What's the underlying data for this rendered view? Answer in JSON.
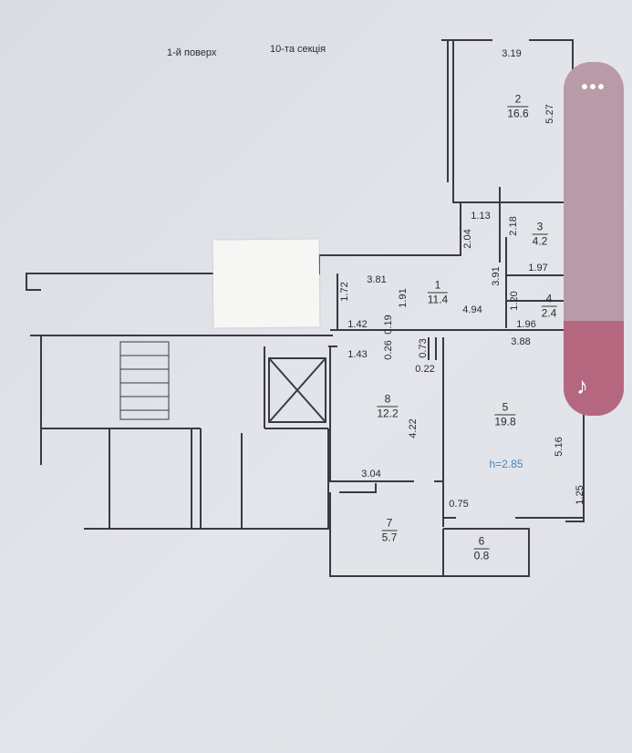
{
  "header": {
    "floor": "1-й поверх",
    "section": "10-та секція"
  },
  "rooms": [
    {
      "number": "1",
      "area": "11.4"
    },
    {
      "number": "2",
      "area": "16.6"
    },
    {
      "number": "3",
      "area": "4.2"
    },
    {
      "number": "4",
      "area": "2.4"
    },
    {
      "number": "5",
      "area": "19.8"
    },
    {
      "number": "6",
      "area": "0.8"
    },
    {
      "number": "7",
      "area": "5.7"
    },
    {
      "number": "8",
      "area": "12.2"
    }
  ],
  "dimensions": {
    "d319": "3.19",
    "d527": "5.27",
    "d113": "1.13",
    "d218": "2.18",
    "d204": "2.04",
    "d197": "1.97",
    "d381": "3.81",
    "d172": "1.72",
    "d191": "1.91",
    "d391": "3.91",
    "d494": "4.94",
    "d120": "1.20",
    "d142": "1.42",
    "d019": "0.19",
    "d196": "1.96",
    "d026": "0.26",
    "d143": "1.43",
    "d073": "0.73",
    "d388": "3.88",
    "d022": "0.22",
    "d422": "4.22",
    "d516": "5.16",
    "d304": "3.04",
    "d075": "0.75",
    "d125": "1.25"
  },
  "ceiling_height": "h=2.85",
  "overlay": {
    "more_label": "•••",
    "music_label": "♪"
  },
  "colors": {
    "overlay_top": "#b99ba7",
    "overlay_bottom": "#b5677f",
    "height_text": "#4d83b8"
  }
}
